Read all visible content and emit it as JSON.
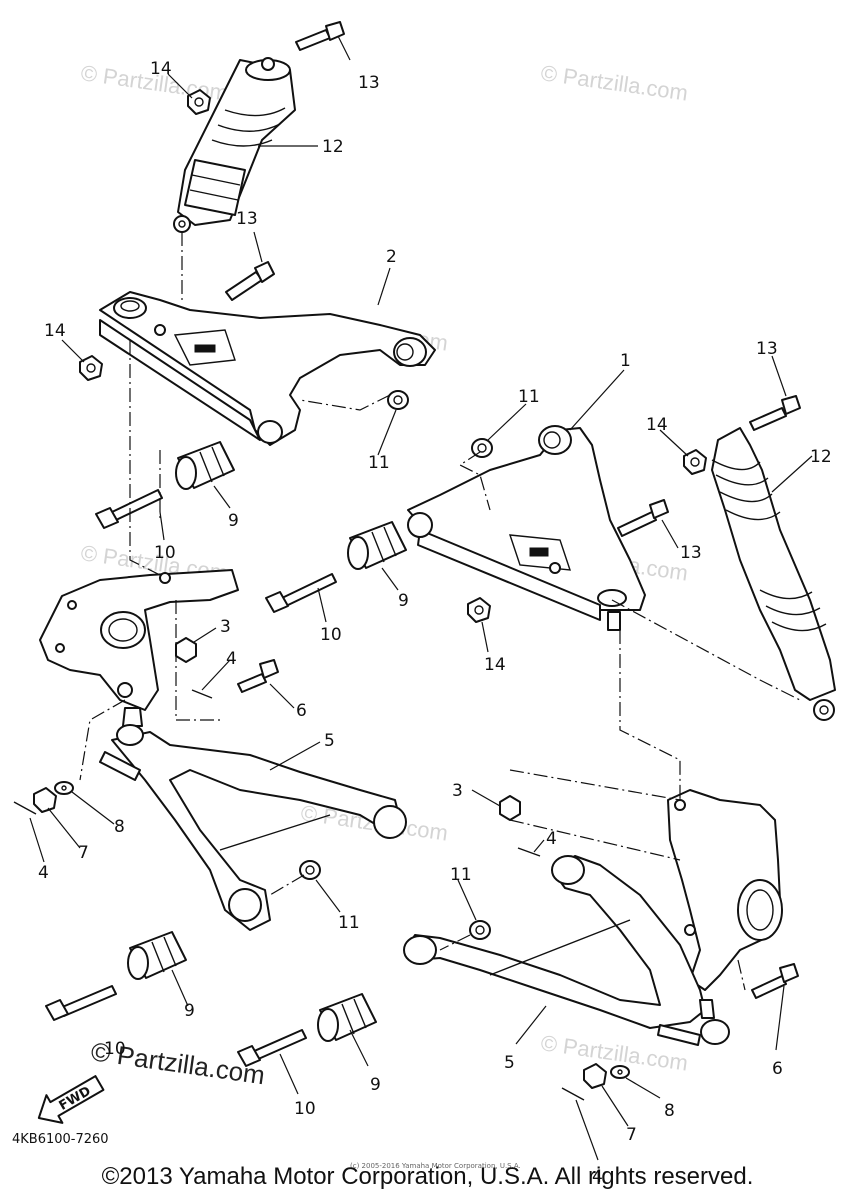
{
  "callouts": {
    "c1": "1",
    "c2": "2",
    "c3a": "3",
    "c3b": "3",
    "c4a": "4",
    "c4b": "4",
    "c4c": "4",
    "c4d": "4",
    "c5a": "5",
    "c5b": "5",
    "c6a": "6",
    "c6b": "6",
    "c7a": "7",
    "c7b": "7",
    "c8a": "8",
    "c8b": "8",
    "c9a": "9",
    "c9b": "9",
    "c9c": "9",
    "c9d": "9",
    "c10a": "10",
    "c10b": "10",
    "c10c": "10",
    "c10d": "10",
    "c11a": "11",
    "c11b": "11",
    "c11c": "11",
    "c11d": "11",
    "c12a": "12",
    "c12b": "12",
    "c13a": "13",
    "c13b": "13",
    "c13c": "13",
    "c13d": "13",
    "c14a": "14",
    "c14b": "14",
    "c14c": "14",
    "c14d": "14"
  },
  "watermarks": {
    "w1": "© Partzilla.com",
    "w2": "© Partzilla.com",
    "w3": "© Partzilla.com",
    "w4": "© Partzilla.com",
    "w5": "© Partzilla.com",
    "w6": "© Partzilla.com",
    "w7": "© Partzilla.com",
    "bottom": "© Partzilla.com"
  },
  "fwd_label": "FWD",
  "diagram_code": "4KB6100-7260",
  "small_notice": "(c) 2005-2016 Yamaha Motor Corporation, U.S.A.",
  "copyright": "©2013 Yamaha Motor Corporation, U.S.A. All rights reserved."
}
